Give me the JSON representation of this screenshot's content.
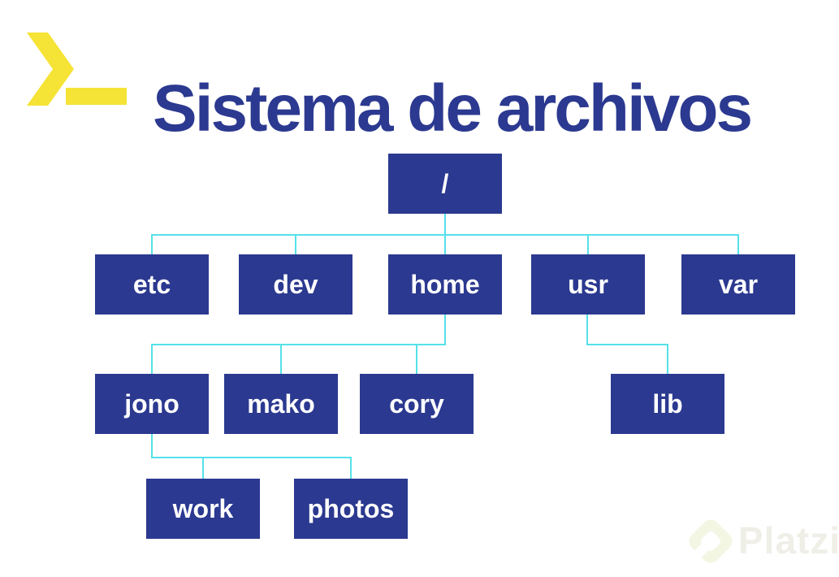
{
  "header": {
    "title": "Sistema de archivos",
    "icon": "terminal-prompt-icon"
  },
  "tree": {
    "nodes": [
      {
        "id": "root",
        "label": "/",
        "parent": null
      },
      {
        "id": "etc",
        "label": "etc",
        "parent": "root"
      },
      {
        "id": "dev",
        "label": "dev",
        "parent": "root"
      },
      {
        "id": "home",
        "label": "home",
        "parent": "root"
      },
      {
        "id": "usr",
        "label": "usr",
        "parent": "root"
      },
      {
        "id": "var",
        "label": "var",
        "parent": "root"
      },
      {
        "id": "jono",
        "label": "jono",
        "parent": "home"
      },
      {
        "id": "mako",
        "label": "mako",
        "parent": "home"
      },
      {
        "id": "cory",
        "label": "cory",
        "parent": "home"
      },
      {
        "id": "lib",
        "label": "lib",
        "parent": "usr"
      },
      {
        "id": "work",
        "label": "work",
        "parent": "jono"
      },
      {
        "id": "photos",
        "label": "photos",
        "parent": "jono"
      }
    ]
  },
  "watermark": {
    "text": "Platzi"
  },
  "colors": {
    "node_fill": "#2B3990",
    "node_text": "#FFFFFF",
    "connector": "#55E1E9",
    "title_text": "#2B3990",
    "icon_yellow": "#F5E335"
  }
}
